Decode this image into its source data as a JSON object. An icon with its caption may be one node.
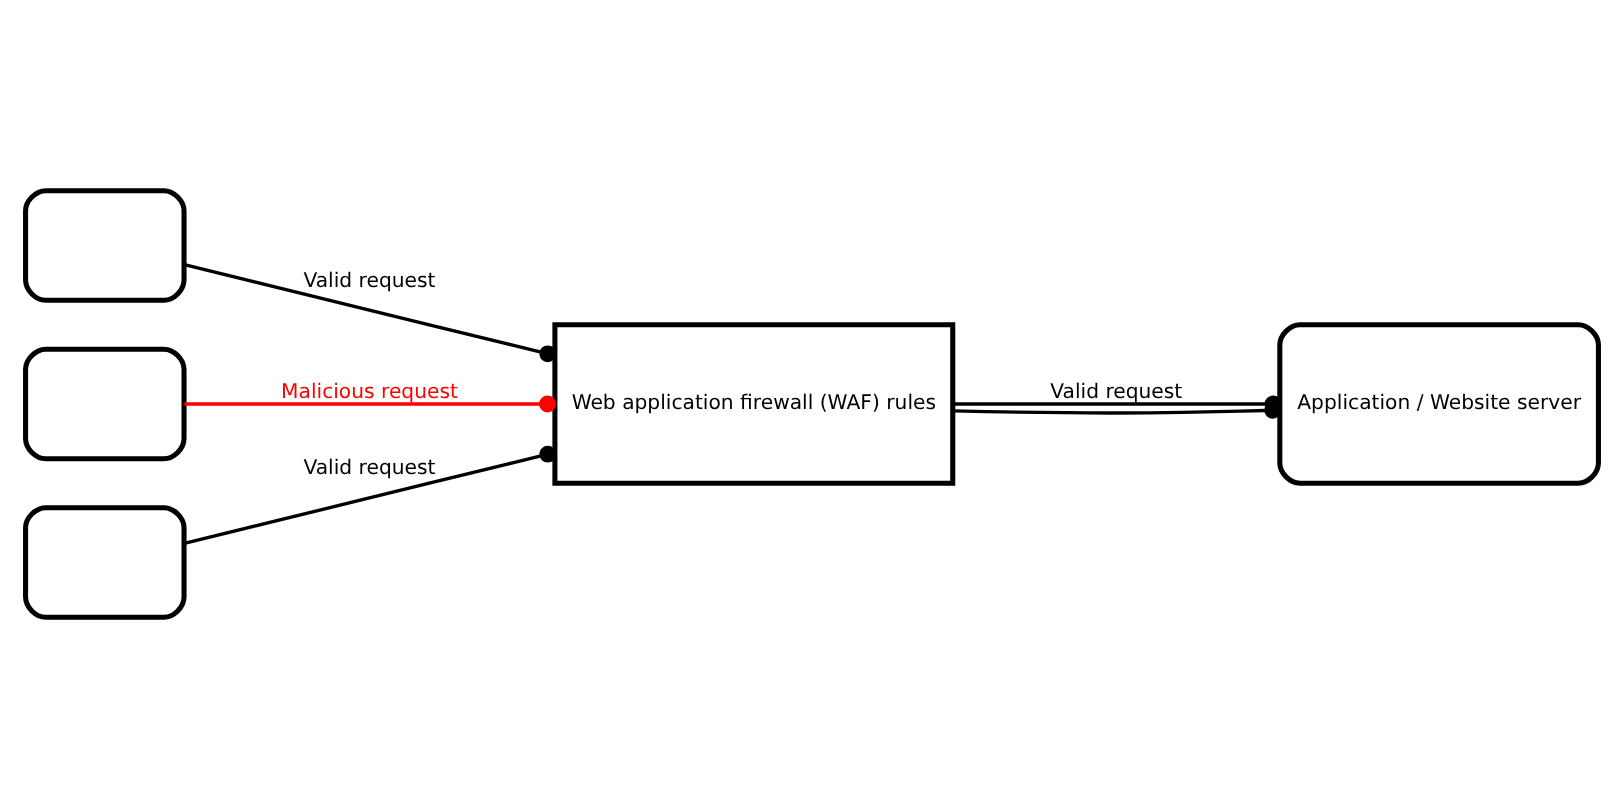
{
  "diagram": {
    "nodes": [
      {
        "text": [],
        "shape": "laptop"
      },
      {
        "text": [],
        "shape": "laptop"
      },
      {
        "text": [],
        "shape": "laptop"
      },
      {
        "text": [
          "Web application firewall (WAF) rules"
        ]
      },
      {
        "text": [
          "Application / Website server"
        ]
      }
    ],
    "edges": [
      {
        "from": 0,
        "to": 3,
        "arrow": "other",
        "label": "Valid request"
      },
      {
        "from": 1,
        "to": 3,
        "arrow": "other",
        "label": "Malicious request",
        "color": "#ff0000"
      },
      {
        "from": 2,
        "to": 3,
        "arrow": "other",
        "label": "Valid request"
      },
      {
        "from": 3,
        "to": 4,
        "arrow": "other",
        "label": "Valid request"
      },
      {
        "from": 3,
        "to": 4,
        "arrow": "other"
      }
    ]
  }
}
